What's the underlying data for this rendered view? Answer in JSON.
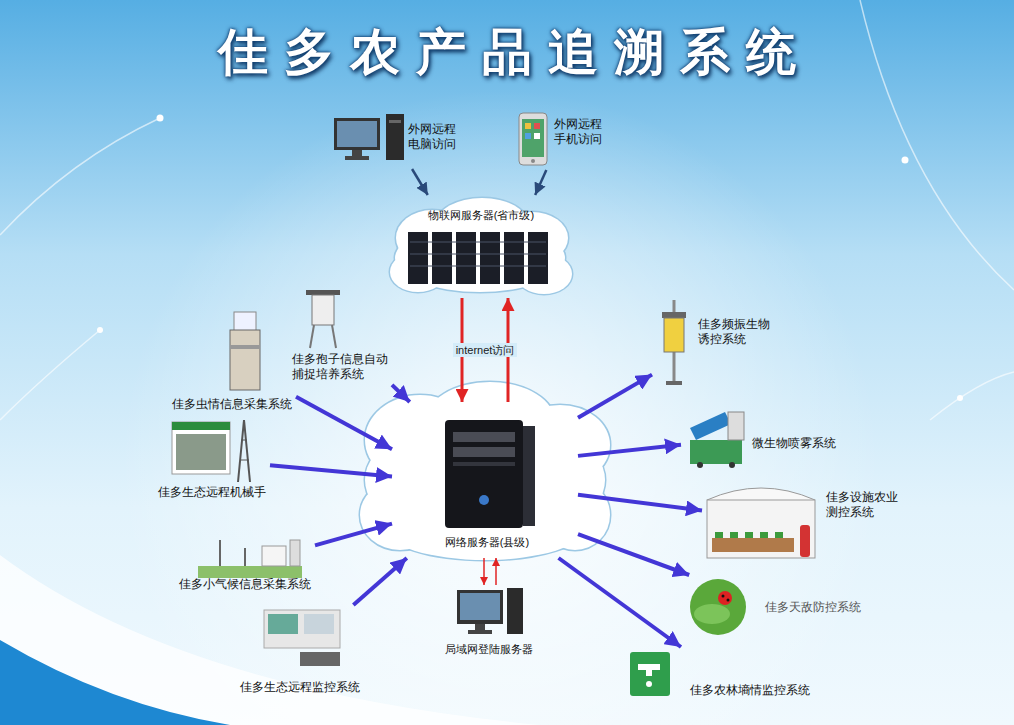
{
  "diagram": {
    "title": "佳多农产品追溯系统",
    "nodes": [
      {
        "text": [
          "外网远程 电脑访问"
        ]
      },
      {
        "text": [
          "外网远程 手机访问"
        ]
      },
      {
        "text": [
          "物联网服务器(省市级)"
        ]
      },
      {
        "text": [
          "网络服务器(县级)"
        ]
      },
      {
        "text": [
          "局域网登陆服务器"
        ]
      },
      {
        "text": [
          "佳多孢子信息自动 捕捉培养系统"
        ]
      },
      {
        "text": [
          "佳多虫情信息采集系统"
        ]
      },
      {
        "text": [
          "佳多生态远程机械手"
        ]
      },
      {
        "text": [
          "佳多小气候信息采集系统"
        ]
      },
      {
        "text": [
          "佳多生态远程监控系统"
        ]
      },
      {
        "text": [
          "佳多频振生物 诱控系统"
        ]
      },
      {
        "text": [
          "微生物喷雾系统"
        ]
      },
      {
        "text": [
          "佳多设施农业 测控系统"
        ]
      },
      {
        "text": [
          "佳多天敌防控系统"
        ]
      },
      {
        "text": [
          "佳多农林墒情监控系统"
        ]
      }
    ],
    "edges": [
      {
        "from": 0,
        "to": 2,
        "arrow": "to"
      },
      {
        "from": 1,
        "to": 2,
        "arrow": "to"
      },
      {
        "from": 2,
        "to": 3,
        "label": "internet访问",
        "arrow": "to"
      },
      {
        "from": 3,
        "to": 2,
        "arrow": "to"
      },
      {
        "from": 3,
        "to": 4,
        "arrow": "to"
      },
      {
        "from": 4,
        "to": 3,
        "arrow": "to"
      },
      {
        "from": 5,
        "to": 3,
        "arrow": "to"
      },
      {
        "from": 6,
        "to": 3,
        "arrow": "to"
      },
      {
        "from": 7,
        "to": 3,
        "arrow": "to"
      },
      {
        "from": 8,
        "to": 3,
        "arrow": "to"
      },
      {
        "from": 9,
        "to": 3,
        "arrow": "to"
      },
      {
        "from": 3,
        "to": 10,
        "arrow": "to"
      },
      {
        "from": 3,
        "to": 11,
        "arrow": "to"
      },
      {
        "from": 3,
        "to": 12,
        "arrow": "to"
      },
      {
        "from": 3,
        "to": 13,
        "arrow": "to"
      },
      {
        "from": 3,
        "to": 14,
        "arrow": "to"
      }
    ]
  }
}
